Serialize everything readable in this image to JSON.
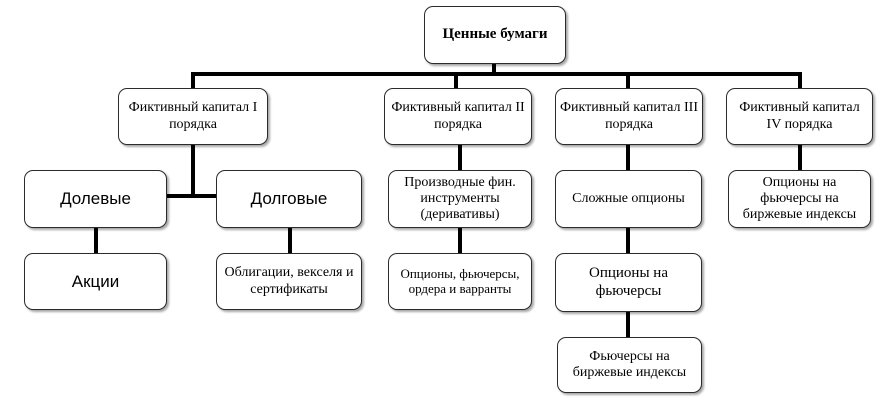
{
  "root": {
    "label": "Ценные бумаги"
  },
  "levels": [
    {
      "label": "Фиктивный капитал I порядка"
    },
    {
      "label": "Фиктивный капитал II порядка"
    },
    {
      "label": "Фиктивный капитал III порядка"
    },
    {
      "label": "Фиктивный капитал IV порядка"
    }
  ],
  "nodes": {
    "equity": "Долевые",
    "debt": "Долговые",
    "shares": "Акции",
    "bonds": "Облигации, векселя и сертификаты",
    "derivatives": "Производные фин. инструменты (деривативы)",
    "derivative_types": "Опционы, фьючерсы, ордера и варранты",
    "complex_options": "Сложные опционы",
    "options_on_futures": "Опционы на фьючерсы",
    "index_futures": "Фьючерсы на биржевые индексы",
    "options_on_index_futures": "Опционы на фьючерсы на биржевые индексы"
  }
}
